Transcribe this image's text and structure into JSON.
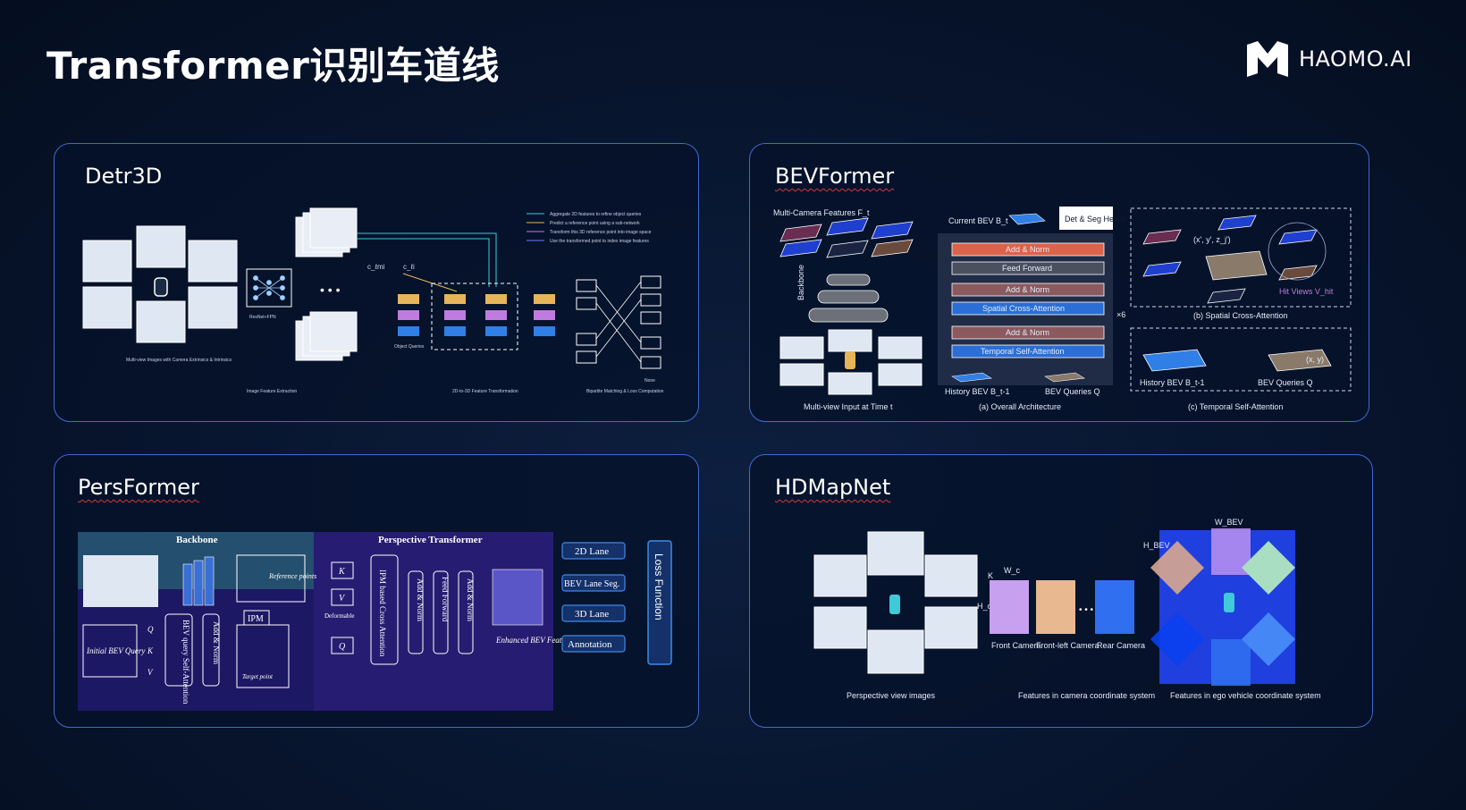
{
  "slide": {
    "title": "Transformer识别车道线"
  },
  "logo": {
    "text": "HAOMO.AI"
  },
  "panels": {
    "detr3d": {
      "title": "Detr3D",
      "legend": [
        "Aggregate 2D features to refine object queries",
        "Predict a reference point using a sub-network",
        "Transform this 3D reference point into image space",
        "Use the transformed point to index image features"
      ],
      "labels": {
        "multiview": "Multi-view Images with Camera Extrinsics & Intrinsics",
        "backbone": "ResNet+FPN",
        "extract": "Image Feature Extraction",
        "transform": "2D-to-3D Feature Transformation",
        "queries": "Object Queries",
        "matching": "Bipartite Matching & Loss Computation",
        "c1": "c_ℓmi",
        "c2": "c_ℓi",
        "dots": "• • •",
        "none": "None"
      }
    },
    "bevformer": {
      "title": "BEVFormer",
      "labels": {
        "mcf": "Multi-Camera Features F_t",
        "backbone": "Backbone",
        "input": "Multi-view Input at Time t",
        "current": "Current BEV B_t",
        "heads": "Det & Seg Heads",
        "history": "History BEV B_t-1",
        "queries": "BEV Queries Q",
        "overall": "(a) Overall Architecture",
        "spatial": "(b) Spatial Cross-Attention",
        "temporal": "(c) Temporal Self-Attention",
        "hit": "Hit Views V_hit",
        "times": "×6",
        "xyz": "(x', y', z_j')",
        "xy": "(x, y)"
      },
      "blocks": [
        "Add & Norm",
        "Feed Forward",
        "Add & Norm",
        "Spatial Cross-Attention",
        "Add & Norm",
        "Temporal Self-Attention"
      ]
    },
    "persformer": {
      "title": "PersFormer",
      "labels": {
        "backbone": "Backbone",
        "pt": "Perspective Transformer",
        "ref": "Reference points",
        "ipm": "IPM",
        "target": "Target point",
        "init": "Initial BEV Query",
        "bevsa": "BEV query Self-Attention",
        "addnorm": "Add & Norm",
        "deform": "Deformable",
        "ipmca": "IPM based Cross Attention",
        "ff": "Feed Forward",
        "enh": "Enhanced BEV Features",
        "loss": "Loss Function",
        "k": "K",
        "v": "V",
        "q": "Q"
      },
      "outputs": [
        "2D Lane",
        "BEV Lane Seg.",
        "3D Lane",
        "Annotation"
      ]
    },
    "hdmapnet": {
      "title": "HDMapNet",
      "labels": {
        "pv": "Perspective view images",
        "camfeat": "Features in camera coordinate system",
        "egofeat": "Features in ego vehicle coordinate system",
        "front": "Front Camera",
        "frontleft": "Front-left Camera",
        "rear": "Rear Camera",
        "wbev": "W_BEV",
        "hbev": "H_BEV",
        "k": "K",
        "wc": "W_c",
        "hc": "H_c",
        "dots": "• • •"
      }
    }
  },
  "colors": {
    "accent": "#3f6ad0",
    "orange": "#e8b45a",
    "purple": "#c07be0",
    "blue": "#2f7fe6",
    "red_block": "#d9644a",
    "blue_block": "#2b6fd6"
  }
}
